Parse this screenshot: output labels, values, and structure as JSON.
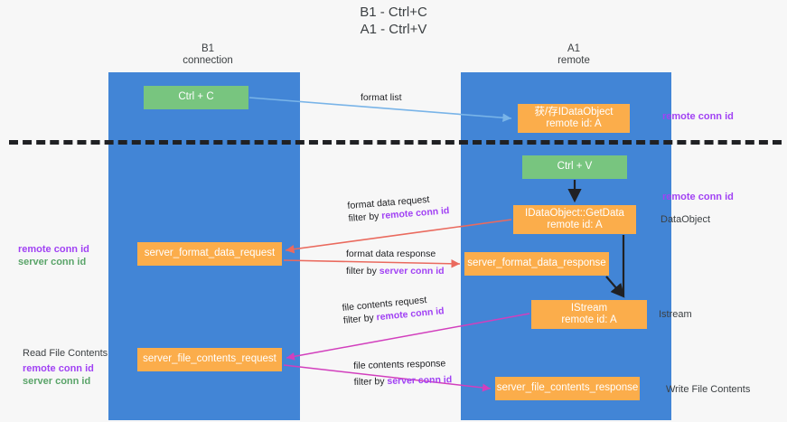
{
  "title": {
    "line1": "B1 - Ctrl+C",
    "line2": "A1 - Ctrl+V"
  },
  "columns": [
    {
      "id": "b1",
      "name": "B1",
      "role": "connection"
    },
    {
      "id": "a1",
      "name": "A1",
      "role": "remote"
    }
  ],
  "nodes": {
    "ctrl_c": {
      "label": "Ctrl + C",
      "color": "#78c57f"
    },
    "idataobject": {
      "line1": "获/存IDataObject",
      "line2": "remote id: A",
      "color": "#fbad4b"
    },
    "ctrl_v": {
      "label": "Ctrl + V",
      "color": "#78c57f"
    },
    "getdata": {
      "line1": "IDataObject::GetData",
      "line2": "remote id: A",
      "color": "#fbad4b"
    },
    "server_format_data_request": {
      "label": "server_format_data_request",
      "color": "#fbad4b"
    },
    "server_format_data_response": {
      "label": "server_format_data_response",
      "color": "#fbad4b"
    },
    "istream": {
      "line1": "IStream",
      "line2": "remote id: A",
      "color": "#fbad4b"
    },
    "server_file_contents_request": {
      "label": "server_file_contents_request",
      "color": "#fbad4b"
    },
    "server_file_contents_response": {
      "label": "server_file_contents_response",
      "color": "#fbad4b"
    }
  },
  "edge_labels": {
    "format_list": "format list",
    "format_data_request": "format data request",
    "format_data_request_filter_prefix": "filter by ",
    "format_data_request_filter_key": "remote conn id",
    "format_data_response": "format data response",
    "format_data_response_filter_prefix": "filter by ",
    "format_data_response_filter_key": "server conn id",
    "file_contents_request": "file contents request",
    "file_contents_request_filter_prefix": "filter by ",
    "file_contents_request_filter_key": "remote conn id",
    "file_contents_response": "file contents response",
    "file_contents_response_filter_prefix": "filter by ",
    "file_contents_response_filter_key": "server conn id"
  },
  "annotations": {
    "right_remote_conn_id_top": "remote conn id",
    "right_remote_conn_id_mid": "remote conn id",
    "right_dataobject": "DataObject",
    "right_istream": "Istream",
    "right_write_file_contents": "Write File Contents",
    "left_remote_conn_id": "remote conn id",
    "left_server_conn_id": "server conn id",
    "left_read_file_contents": "Read File Contents",
    "left_remote_conn_id_2": "remote conn id",
    "left_server_conn_id_2": "server conn id"
  },
  "colors": {
    "lane": "#4285d6",
    "green_node": "#78c57f",
    "orange_node": "#fbad4b",
    "purple": "#a142f4",
    "green_text": "#5aa469",
    "arrow_blue": "#79b4e8",
    "arrow_red": "#ea6a5e",
    "arrow_magenta": "#d23fbd",
    "arrow_black": "#202124",
    "background": "#f7f7f7"
  }
}
